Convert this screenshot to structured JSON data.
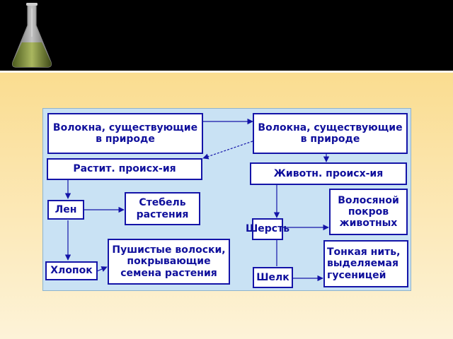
{
  "diagram": {
    "box_fibers_left": "Волокна, существующие\nв природе",
    "box_fibers_right": "Волокна, существующие\nв природе",
    "box_plant_origin": "Растит. происх-ия",
    "box_animal_origin": "Животн. происх-ия",
    "box_flax": "Лен",
    "box_stem": "Стебель\nрастения",
    "box_cotton": "Хлопок",
    "box_seed_hairs": "Пушистые волоски,\nпокрывающие\nсемена растения",
    "box_wool": "Шерсть",
    "box_animal_hair": "Волосяной\nпокров\nживотных",
    "box_silk": "Шелк",
    "box_silk_thread": "Тонкая нить,\nвыделяемая\nгусеницей"
  },
  "colors": {
    "box_border": "#1414a8",
    "text": "#10109c",
    "diagram_background": "#c9e2f4",
    "slide_background": "#fbe3a6",
    "top_bar": "#000000"
  },
  "icons": [
    "flask-icon"
  ]
}
